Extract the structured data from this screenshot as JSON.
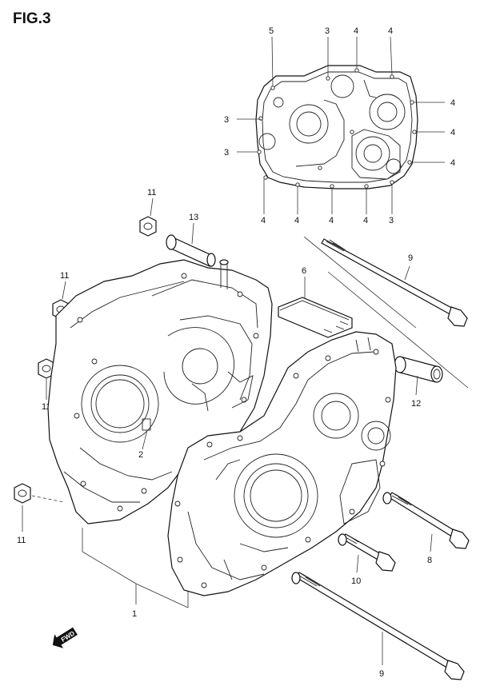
{
  "figure": {
    "title": "FIG.3"
  },
  "callouts": {
    "gasket_5": "5",
    "gasket_3_top": "3",
    "gasket_4_top_a": "4",
    "gasket_4_top_b": "4",
    "gasket_4_right_a": "4",
    "gasket_4_right_b": "4",
    "gasket_4_right_c": "4",
    "gasket_3_left_a": "3",
    "gasket_3_left_b": "3",
    "gasket_4_bottom_a": "4",
    "gasket_4_bottom_b": "4",
    "gasket_4_bottom_c": "4",
    "gasket_4_bottom_d": "4",
    "gasket_3_bottom": "3",
    "nut_11_top": "11",
    "collar_13": "13",
    "bolt_9_top": "9",
    "nut_11_left_a": "11",
    "gasket_6": "6",
    "nut_11_left_b": "11",
    "collar_12": "12",
    "pin_2": "2",
    "nut_11_bottom": "11",
    "bolt_8": "8",
    "bolt_10": "10",
    "crankcase_1": "1",
    "bolt_9_bottom": "9"
  },
  "direction_badge": {
    "label": "FWD"
  }
}
